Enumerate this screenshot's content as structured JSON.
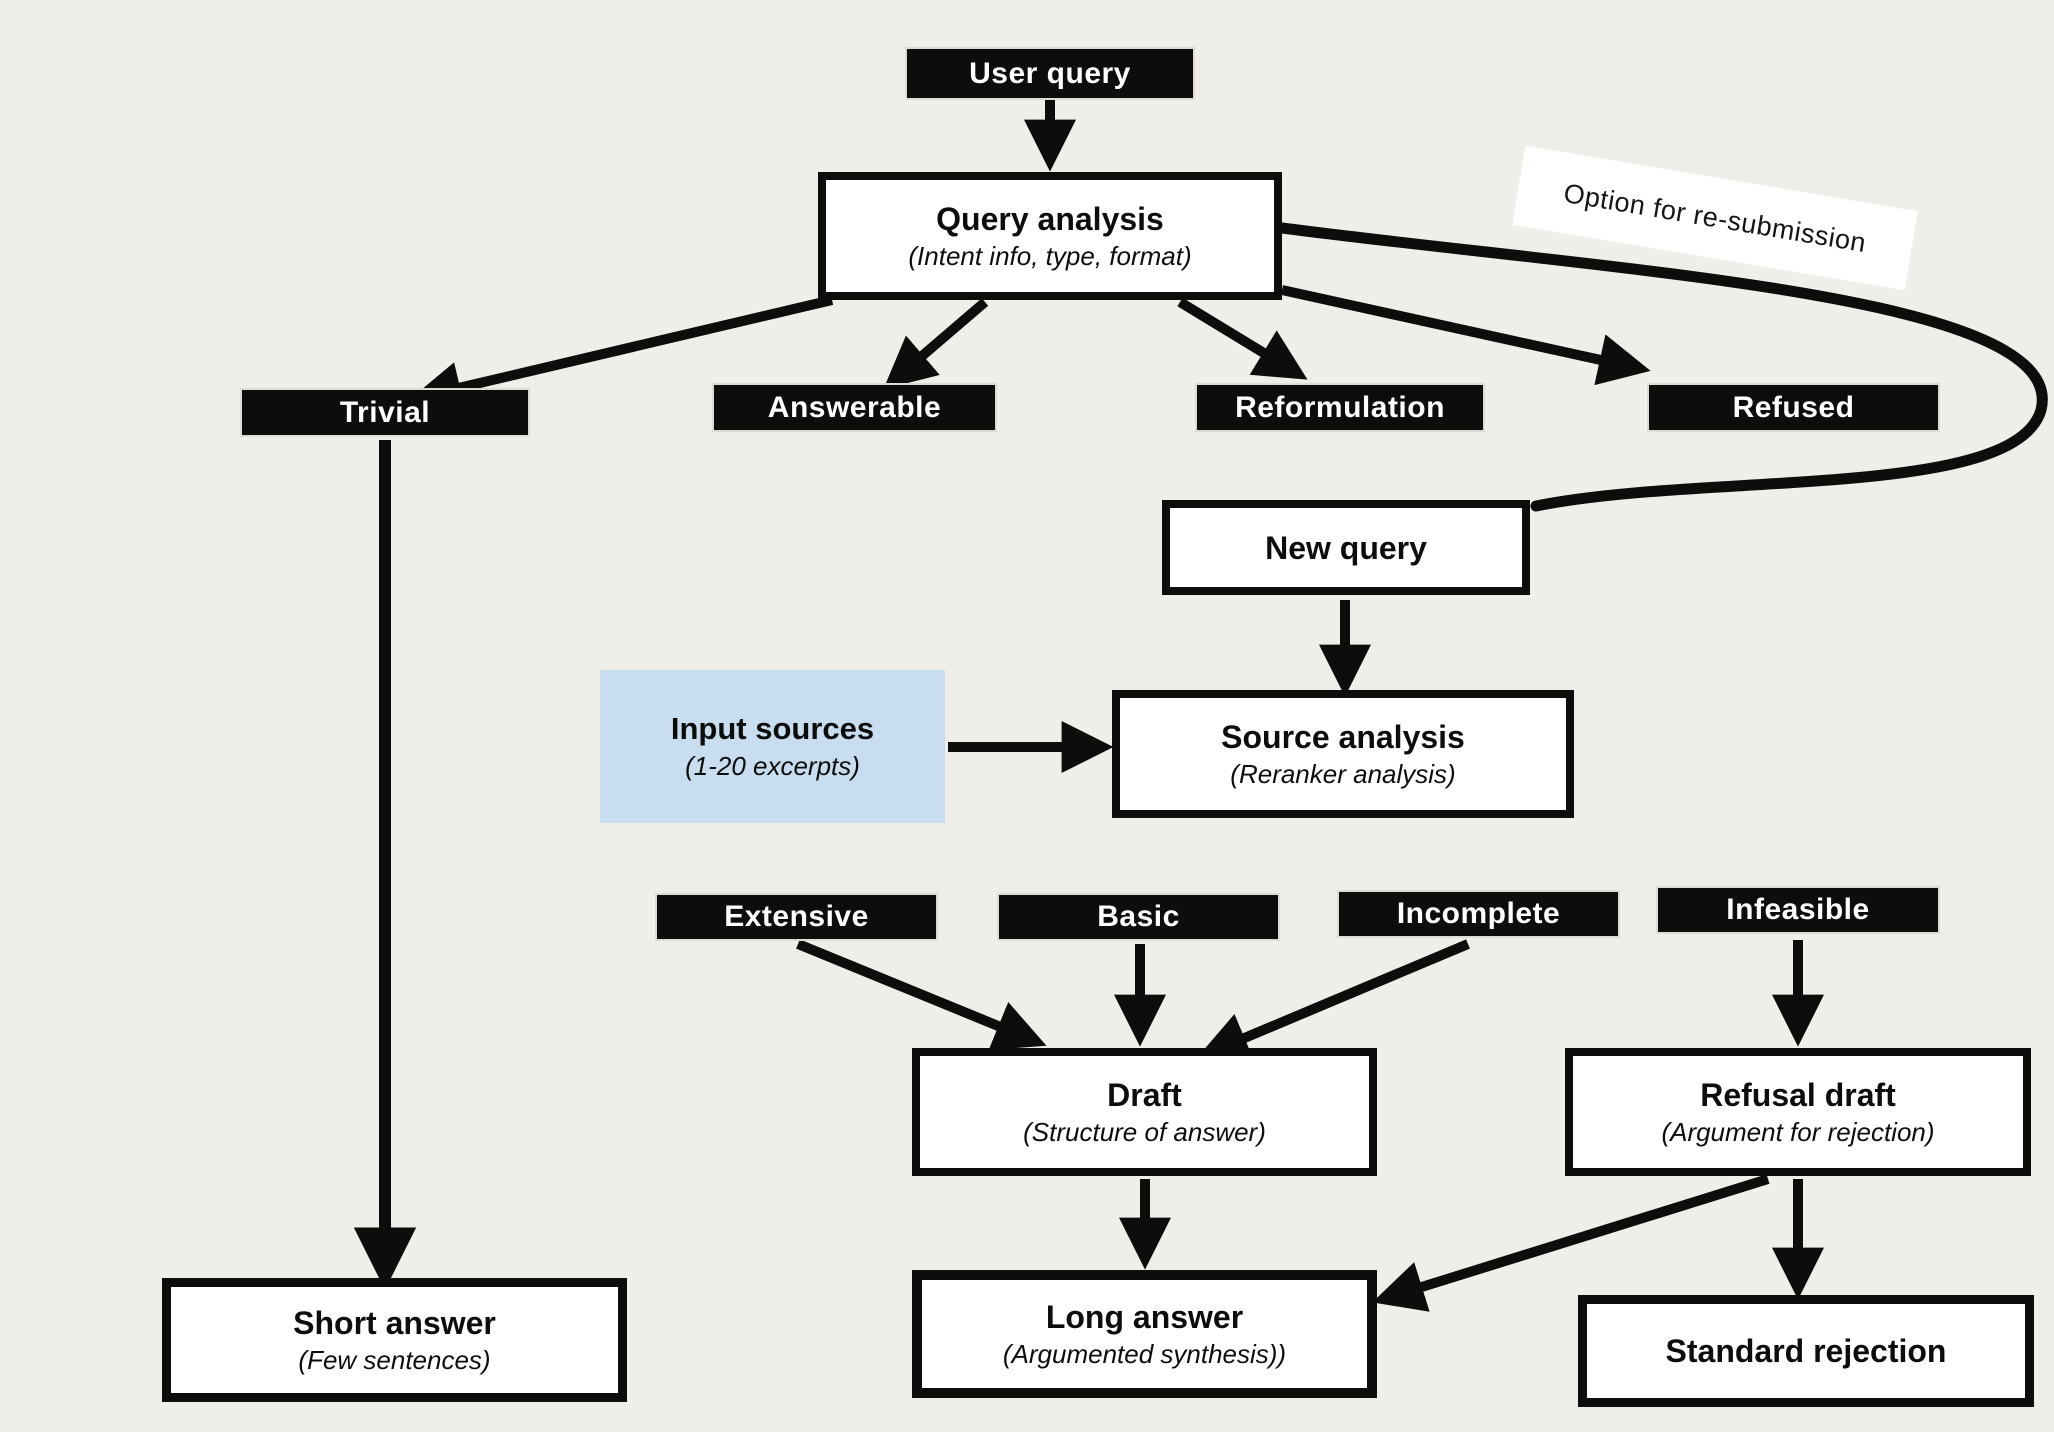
{
  "colors": {
    "background": "#f0eee8",
    "ink": "#0d0d0c",
    "input_sources_blue": "#c9ddf0"
  },
  "nodes": {
    "user_query": {
      "label": "User query"
    },
    "query_analysis": {
      "label": "Query analysis",
      "sub": "(Intent info, type, format)"
    },
    "resubmission_note": {
      "label": "Option for re-submission"
    },
    "trivial": {
      "label": "Trivial"
    },
    "answerable": {
      "label": "Answerable"
    },
    "reformulation": {
      "label": "Reformulation"
    },
    "refused": {
      "label": "Refused"
    },
    "new_query": {
      "label": "New query"
    },
    "input_sources": {
      "label": "Input sources",
      "sub": "(1-20 excerpts)"
    },
    "source_analysis": {
      "label": "Source analysis",
      "sub": "(Reranker analysis)"
    },
    "extensive": {
      "label": "Extensive"
    },
    "basic": {
      "label": "Basic"
    },
    "incomplete": {
      "label": "Incomplete"
    },
    "infeasible": {
      "label": "Infeasible"
    },
    "draft": {
      "label": "Draft",
      "sub": "(Structure of answer)"
    },
    "refusal_draft": {
      "label": "Refusal draft",
      "sub": "(Argument for rejection)"
    },
    "short_answer": {
      "label": "Short answer",
      "sub": "(Few sentences)"
    },
    "long_answer": {
      "label": "Long answer",
      "sub": "(Argumented synthesis))"
    },
    "standard_rejection": {
      "label": "Standard rejection"
    }
  }
}
